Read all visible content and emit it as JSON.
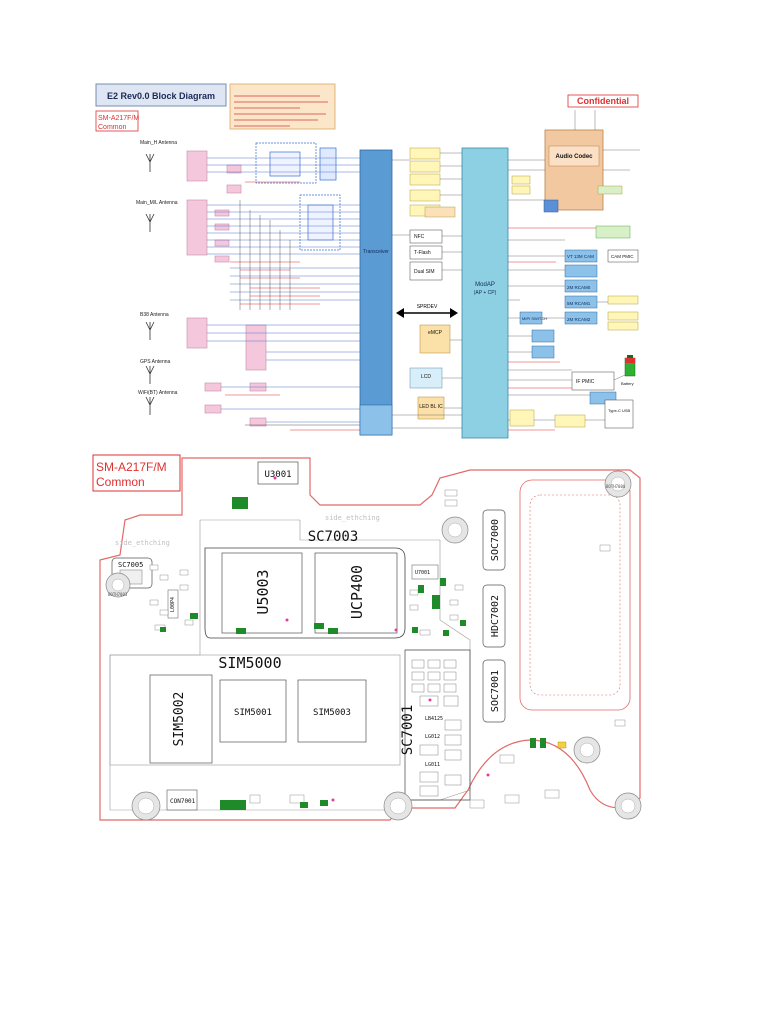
{
  "block_diagram": {
    "title": "E2 Rev0.0 Block Diagram",
    "confidential": "Confidential",
    "model_line1": "SM-A217F/M",
    "model_line2": "Common",
    "antennas": [
      "Main_H Antenna",
      "Main_M/L Antenna",
      "B38 Antenna",
      "GPS Antenna",
      "WiFi(BT) Antenna"
    ],
    "transceiver_label": "Transceiver",
    "modem_label": "ModAP",
    "modem_sub": "(AP + CP)",
    "sprdev_label": "SPRDEV",
    "audio_codec": "Audio Codec",
    "left_modules": [
      "NFC",
      "T-Flash",
      "Dual SIM",
      "eMCP",
      "LCD",
      "LED BL IC"
    ],
    "right_modules": [
      "VT 13M CAM",
      "CAM PMIC",
      "2M RCAM0",
      "5M RCAM1",
      "2M RCAM2",
      "MIPI SWITCH",
      "IF PMIC",
      "Battery",
      "Type-C USB"
    ]
  },
  "pcb": {
    "model_line1": "SM-A217F/M",
    "model_line2": "Common",
    "side_etching": "side_ethching",
    "parts": {
      "u3001": "U3001",
      "sc7003": "SC7003",
      "u5003": "U5003",
      "ucp400": "UCP400",
      "soc7000": "SOC7000",
      "hdc7002": "HDC7002",
      "soc7001": "SOC7001",
      "sc7005": "SC7005",
      "sim5000": "SIM5000",
      "sim5002": "SIM5002",
      "sim5001": "SIM5001",
      "sim5003": "SIM5003",
      "sc7001": "SC7001",
      "booth7000": "BOTH7000",
      "booth7003": "BOTH7003",
      "ldp4": "L00P4",
      "u7001": "U7001",
      "con7001": "CON7001",
      "lg012": "LG012",
      "lg011": "LG011",
      "lb4125": "LB4125"
    }
  },
  "colors": {
    "transceiver": "#5a9bd4",
    "modem": "#8dcfe3",
    "audio": "#f2c8a0",
    "pink_block": "#f4c7dc",
    "red": "#e03030",
    "green_pad": "#1f8a2a",
    "board_outline": "#e26a6a"
  }
}
